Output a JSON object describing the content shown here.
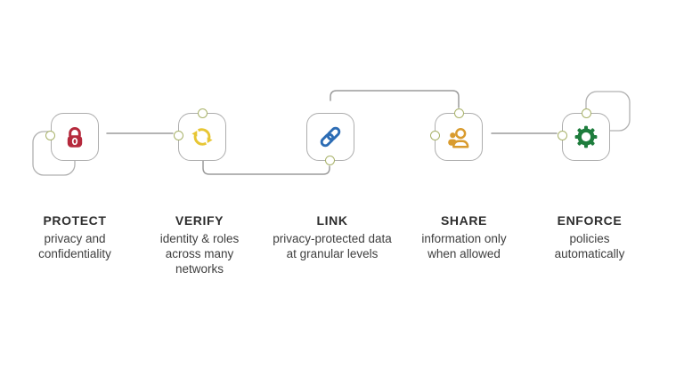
{
  "diagram": {
    "name": "privacy-data-flow-diagram",
    "steps": [
      {
        "id": "protect",
        "title": "PROTECT",
        "subtitle": "privacy and\nconfidentiality",
        "icon": "lock-icon",
        "color": "#b5293c"
      },
      {
        "id": "verify",
        "title": "VERIFY",
        "subtitle": "identity & roles\nacross many\nnetworks",
        "icon": "sync-icon",
        "color": "#e7c634"
      },
      {
        "id": "link",
        "title": "LINK",
        "subtitle": "privacy-protected data\nat granular levels",
        "icon": "link-icon",
        "color": "#2c6cb4"
      },
      {
        "id": "share",
        "title": "SHARE",
        "subtitle": "information only\nwhen allowed",
        "icon": "people-icon",
        "color": "#d99b2e"
      },
      {
        "id": "enforce",
        "title": "ENFORCE",
        "subtitle": "policies\nautomatically",
        "icon": "gear-icon",
        "color": "#1e7d3d"
      }
    ],
    "colors": {
      "background": "#ffffff",
      "box_border": "#adadad",
      "connector_line": "#9b9b9b",
      "node_dot_ring": "#a8b269",
      "title_text": "#2d2d2d",
      "subtitle_text": "#3e3e3e"
    }
  }
}
